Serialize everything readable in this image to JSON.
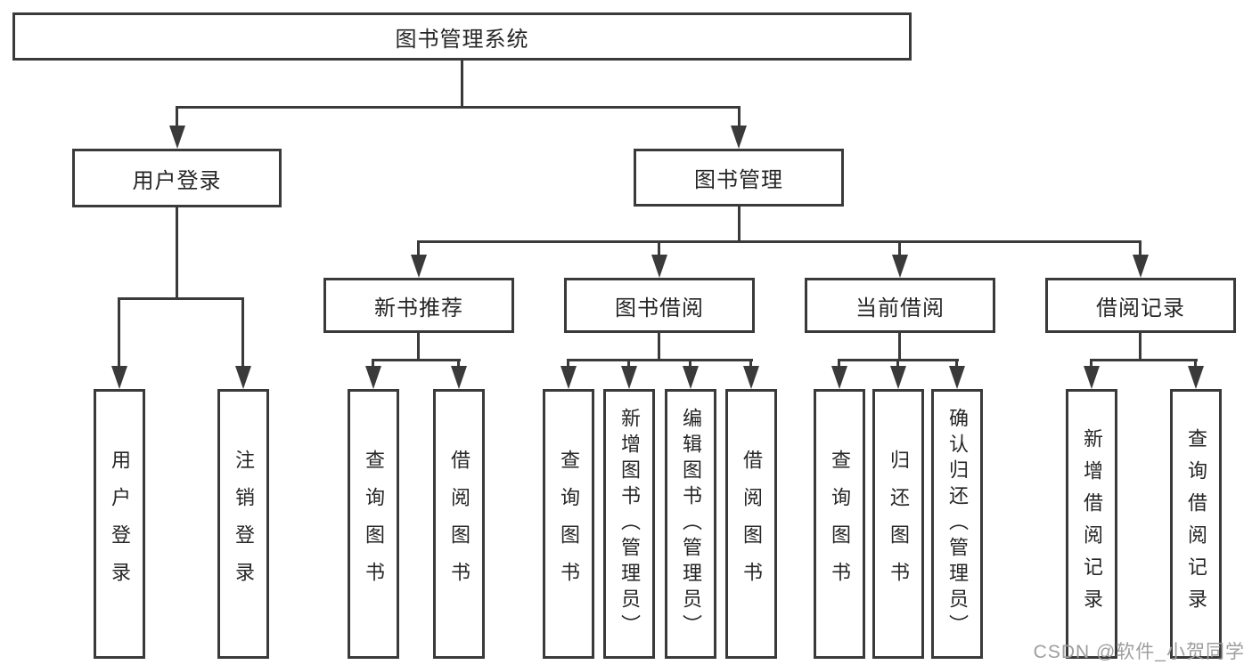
{
  "diagram": {
    "root": "图书管理系统",
    "user_login": {
      "label": "用户登录",
      "children": [
        "用户登录",
        "注销登录"
      ]
    },
    "book_management": {
      "label": "图书管理",
      "sections": [
        {
          "label": "新书推荐",
          "children": [
            "查询图书",
            "借阅图书"
          ]
        },
        {
          "label": "图书借阅",
          "children": [
            "查询图书",
            "新增图书（管理员）",
            "编辑图书（管理员）",
            "借阅图书"
          ]
        },
        {
          "label": "当前借阅",
          "children": [
            "查询图书",
            "归还图书",
            "确认归还（管理员）"
          ]
        },
        {
          "label": "借阅记录",
          "children": [
            "新增借阅记录",
            "查询借阅记录"
          ]
        }
      ]
    }
  },
  "watermark": "CSDN @软件_小贺同学",
  "colors": {
    "line": "#3a3a3a",
    "text": "#262626",
    "watermark": "#9e9e9e",
    "background": "#ffffff"
  }
}
